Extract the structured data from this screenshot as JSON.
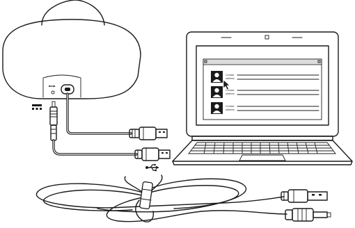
{
  "contact_card": {
    "line1": "Contact",
    "line2": "address"
  },
  "contacts_count": 3,
  "colors": {
    "ink": "#1a1a1a",
    "paper": "#ffffff",
    "screen_bar": "#dcdcdc",
    "avatar_bg": "#1a1a1a"
  },
  "icons": {
    "usb": "usb-icon",
    "dc_power": "dc-power-icon",
    "cursor": "cursor-icon",
    "person": "person-icon"
  }
}
